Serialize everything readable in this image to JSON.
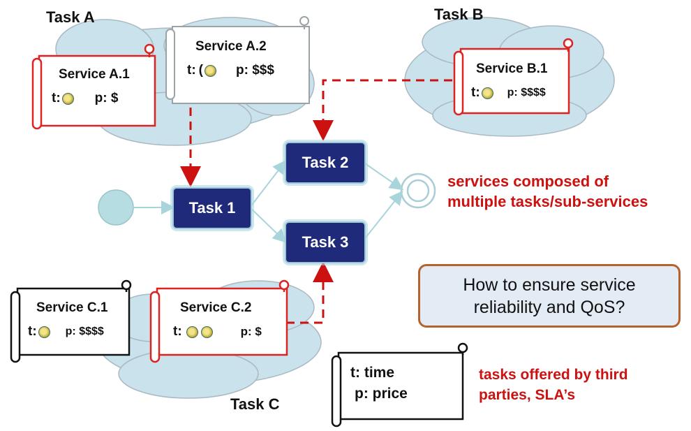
{
  "task_a_label": "Task A",
  "task_b_label": "Task B",
  "task_c_label": "Task C",
  "services": {
    "a1": {
      "name": "Service  A.1",
      "t": "t:",
      "p": "p: $"
    },
    "a2": {
      "name": "Service A.2",
      "t": "t:",
      "p": "p: $$$"
    },
    "b1": {
      "name": "Service B.1",
      "t": "t:",
      "p": "p: $$$$"
    },
    "c1": {
      "name": "Service C.1",
      "t": "t:",
      "p": "p: $$$$"
    },
    "c2": {
      "name": "Service C.2",
      "t": "t:",
      "p": "p: $"
    }
  },
  "workflow": {
    "task1": "Task 1",
    "task2": "Task 2",
    "task3": "Task 3"
  },
  "notes": {
    "composed_line1": "services composed of",
    "composed_line2": "multiple tasks/sub-services",
    "question_line1": "How to ensure service",
    "question_line2": "reliability and QoS?",
    "third_line1": "tasks offered by third",
    "third_line2": "parties, SLA’s"
  },
  "legend": {
    "time": "t: time",
    "price": "p: price"
  },
  "colors": {
    "task_node": "#1f2a7a",
    "cloud": "#c9e2ec",
    "accent_red": "#cc1111",
    "dashed_arrow": "#cc1111",
    "flow_line": "#a8d4dc"
  }
}
